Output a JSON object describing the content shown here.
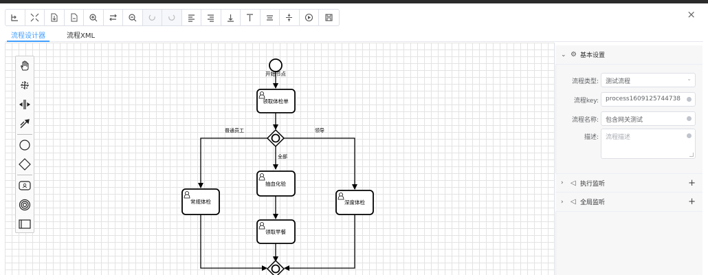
{
  "window": {
    "close_label": "×"
  },
  "toolbar": {
    "buttons": [
      {
        "name": "open-file-icon",
        "disabled": false
      },
      {
        "name": "fit-view-icon",
        "disabled": false
      },
      {
        "name": "download-xml-icon",
        "disabled": false
      },
      {
        "name": "download-svg-icon",
        "disabled": false
      },
      {
        "name": "zoom-in-icon",
        "disabled": false
      },
      {
        "name": "reset-zoom-icon",
        "disabled": false
      },
      {
        "name": "zoom-out-icon",
        "disabled": false
      },
      {
        "name": "undo-icon",
        "disabled": true
      },
      {
        "name": "redo-icon",
        "disabled": true
      },
      {
        "name": "align-left-icon",
        "disabled": false
      },
      {
        "name": "align-right-icon",
        "disabled": false
      },
      {
        "name": "align-bottom-icon",
        "disabled": false
      },
      {
        "name": "align-top-icon",
        "disabled": false
      },
      {
        "name": "align-center-icon",
        "disabled": false
      },
      {
        "name": "align-middle-icon",
        "disabled": false
      },
      {
        "name": "play-simulation-icon",
        "disabled": false
      },
      {
        "name": "save-icon",
        "disabled": false
      }
    ]
  },
  "tabs": [
    {
      "label": "流程设计器",
      "active": true
    },
    {
      "label": "流程XML",
      "active": false
    }
  ],
  "palette": [
    "hand-tool-icon",
    "lasso-tool-icon",
    "space-tool-icon",
    "connect-tool-icon",
    "start-event-icon",
    "gateway-icon",
    "user-task-icon",
    "end-event-icon",
    "pool-icon"
  ],
  "diagram": {
    "start_label": "开始节点",
    "task_get_form": "领取体检单",
    "branch_normal": "普通员工",
    "branch_leader": "领导",
    "branch_all": "全部",
    "task_blood": "抽血化验",
    "task_routine": "常规体检",
    "task_deep": "深度体检",
    "task_breakfast": "领取早餐"
  },
  "panel": {
    "basic_title": "基本设置",
    "fields": {
      "type_label": "流程类型:",
      "type_value": "测试流程",
      "key_label": "流程key:",
      "key_value": "process1609125744738",
      "name_label": "流程名称:",
      "name_value": "包含网关测试",
      "desc_label": "描述:",
      "desc_placeholder": "流程描述"
    },
    "exec_listener_title": "执行监听",
    "global_listener_title": "全局监听",
    "plus": "+"
  }
}
